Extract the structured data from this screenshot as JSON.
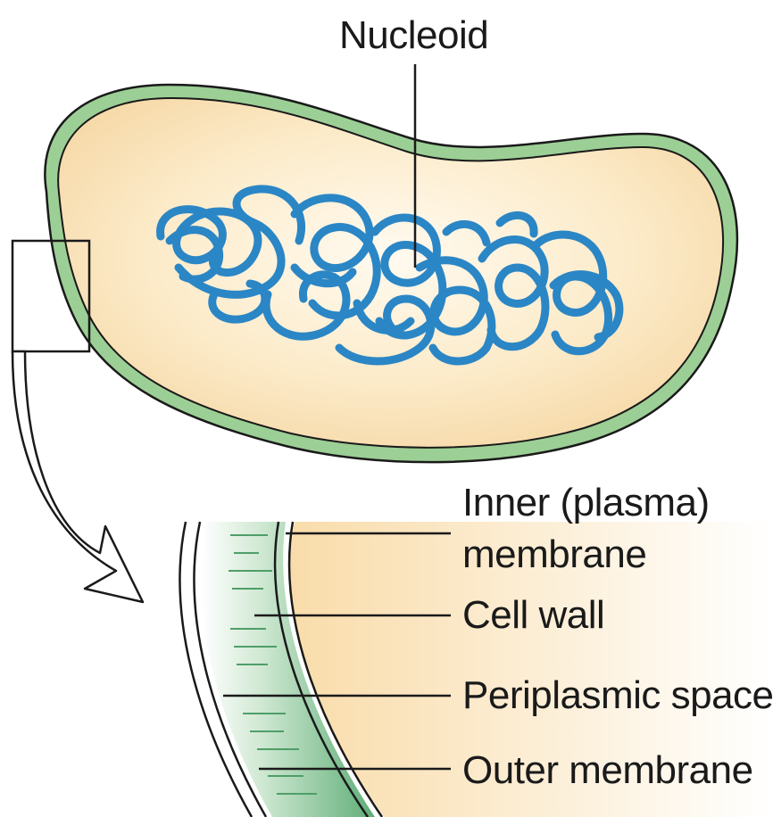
{
  "labels": {
    "nucleoid": "Nucleoid",
    "inner_membrane_line1": "Inner (plasma)",
    "inner_membrane_line2": "membrane",
    "cell_wall": "Cell wall",
    "periplasmic_space": "Periplasmic space",
    "outer_membrane": "Outer membrane"
  },
  "colors": {
    "cytoplasm": "#fbe6c2",
    "cell_envelope": "#a9d3a0",
    "nucleoid_dna": "#2b86c5",
    "outline": "#1a1a1a",
    "wall_green": "#7fbf8e"
  }
}
